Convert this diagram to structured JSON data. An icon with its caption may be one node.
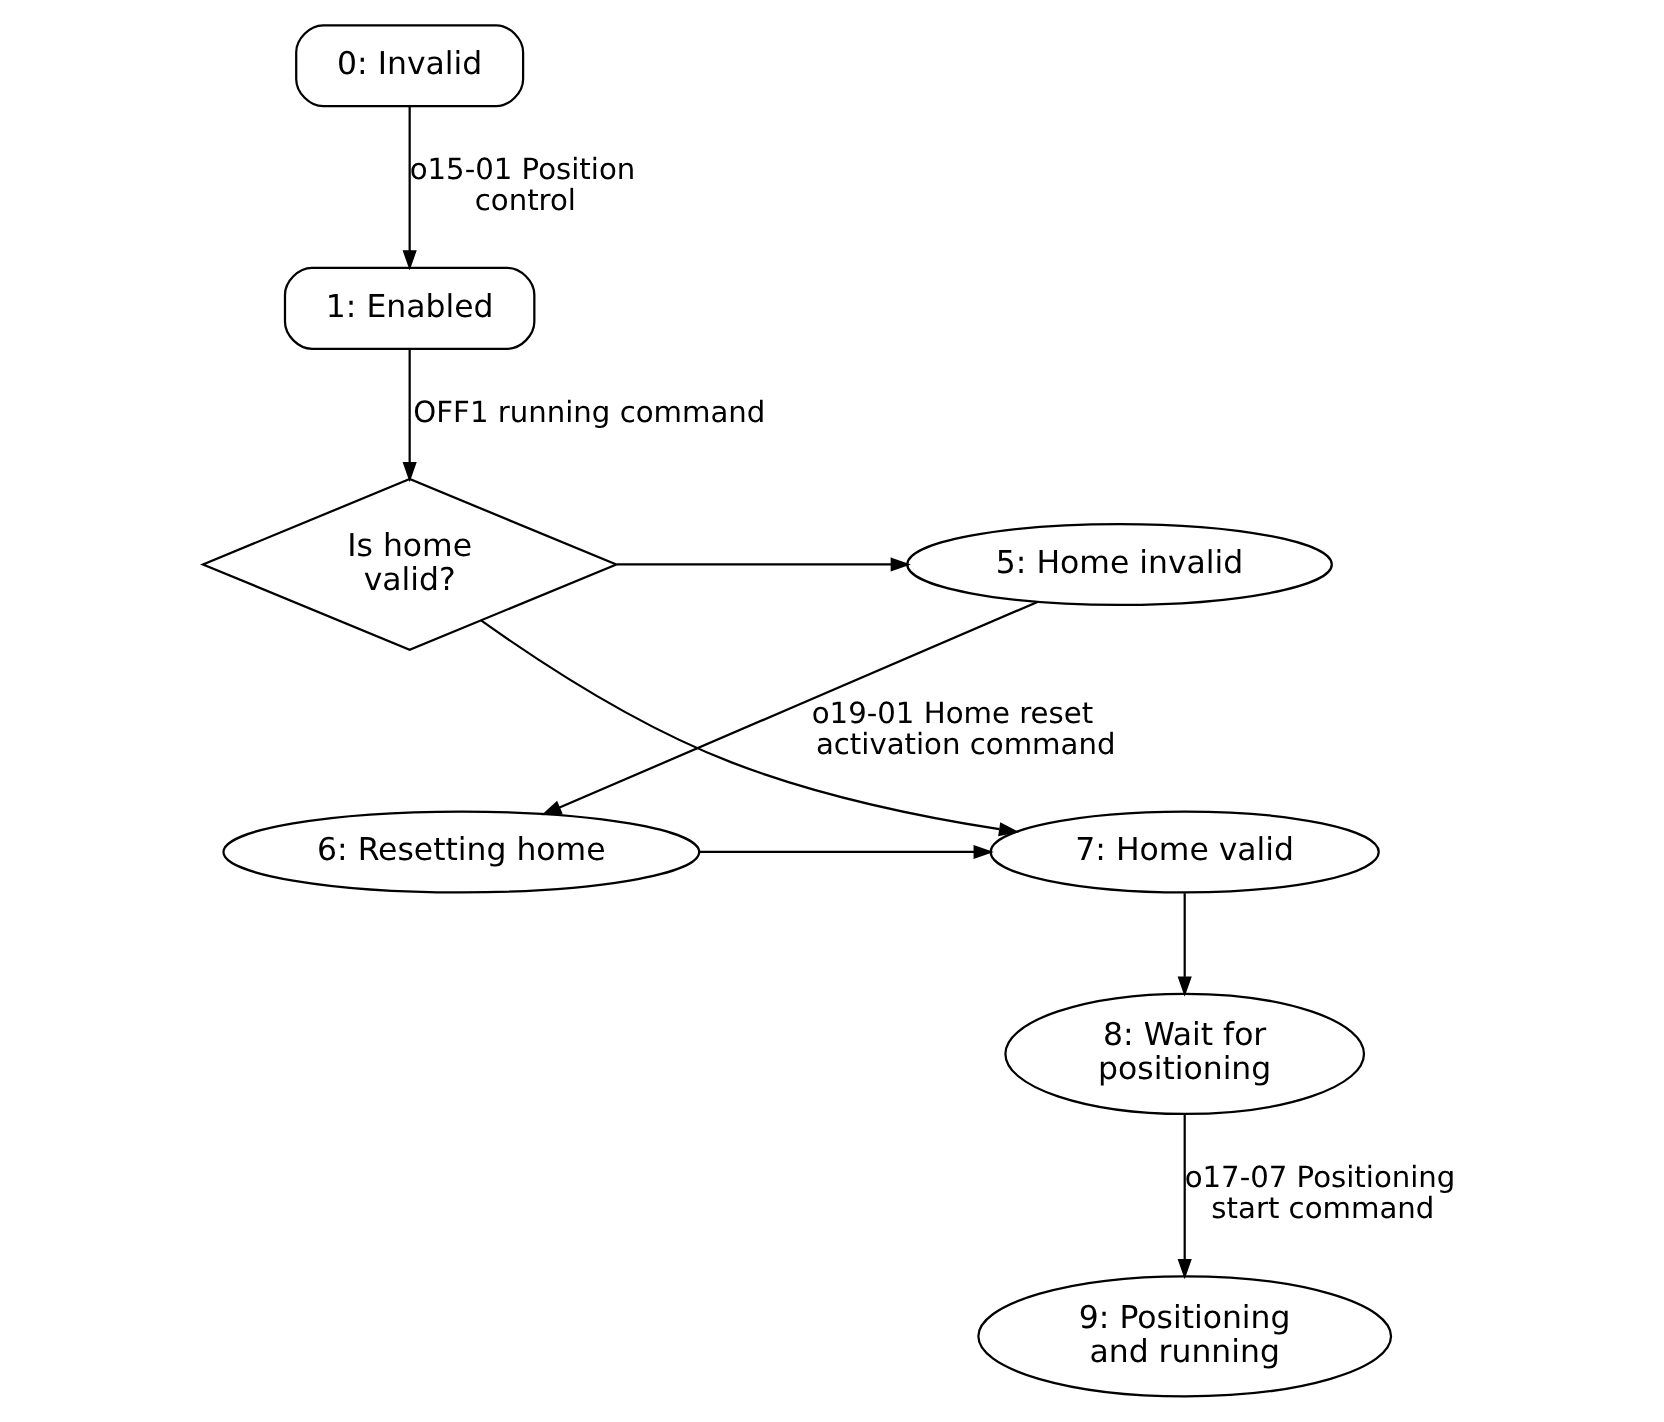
{
  "diagram": {
    "nodes": [
      {
        "text": [
          "0: Invalid"
        ]
      },
      {
        "text": [
          "1: Enabled"
        ]
      },
      {
        "text": [
          "Is home valid?"
        ]
      },
      {
        "text": [
          "5: Home invalid"
        ]
      },
      {
        "text": [
          "6: Resetting home"
        ]
      },
      {
        "text": [
          "7: Home valid"
        ]
      },
      {
        "text": [
          "8: Wait for positioning"
        ]
      },
      {
        "text": [
          "9: Positioning and running"
        ]
      }
    ],
    "edges": [
      {
        "from": 0,
        "to": 1,
        "arrow": "to",
        "label": "o15-01 Position control"
      },
      {
        "from": 1,
        "to": 2,
        "arrow": "to",
        "label": "OFF1 running command"
      },
      {
        "from": 2,
        "to": 3,
        "arrow": "to"
      },
      {
        "from": 3,
        "to": 4,
        "arrow": "to",
        "label": "o19-01 Home reset activation command"
      },
      {
        "from": 4,
        "to": 5,
        "arrow": "to"
      },
      {
        "from": 2,
        "to": 5,
        "arrow": "to"
      },
      {
        "from": 5,
        "to": 6,
        "arrow": "to"
      },
      {
        "from": 6,
        "to": 7,
        "arrow": "to",
        "label": "o17-07 Positioning start command"
      }
    ]
  }
}
